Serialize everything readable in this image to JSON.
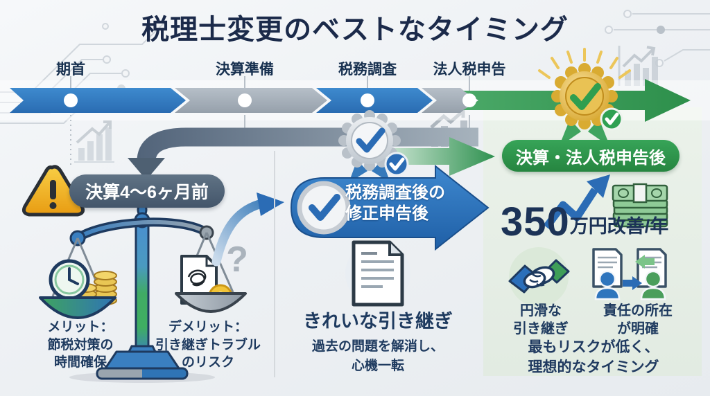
{
  "title": "税理士変更のベストなタイミング",
  "timeline": {
    "stages": [
      {
        "label": "期首"
      },
      {
        "label": "決算準備"
      },
      {
        "label": "税務調査"
      },
      {
        "label": "法人税申告"
      }
    ]
  },
  "left_section": {
    "timing_label": "決算4〜6ヶ月前",
    "merit": {
      "line1": "メリット：",
      "line2": "節税対策の",
      "line3": "時間確保"
    },
    "demerit": {
      "line1": "デメリット：",
      "line2": "引き継ぎトラブル",
      "line3": "のリスク"
    }
  },
  "middle_section": {
    "timing": {
      "line1": "税務調査後の",
      "line2": "修正申告後"
    },
    "heading": "きれいな引き継ぎ",
    "desc": {
      "line1": "過去の問題を解消し、",
      "line2": "心機一転"
    }
  },
  "right_section": {
    "timing_label": "決算・法人税申告後",
    "improvement": {
      "amount": "350",
      "unit": "万円改善/年"
    },
    "benefit1": {
      "line1": "円滑な",
      "line2": "引き継ぎ"
    },
    "benefit2": {
      "line1": "責任の所在",
      "line2": "が明確"
    },
    "summary": {
      "line1": "最もリスクが低く、",
      "line2": "理想的なタイミング"
    }
  },
  "icons": {
    "question_mark": "?"
  },
  "colors": {
    "navy": "#1b2a4a",
    "blue": "#2e78bf",
    "gray": "#a8b1bb",
    "green": "#2f9150",
    "slate": "#55687a",
    "warning_yellow": "#f2b92f",
    "panel_green": "#e7efe7",
    "gold": "#d9a92c"
  }
}
